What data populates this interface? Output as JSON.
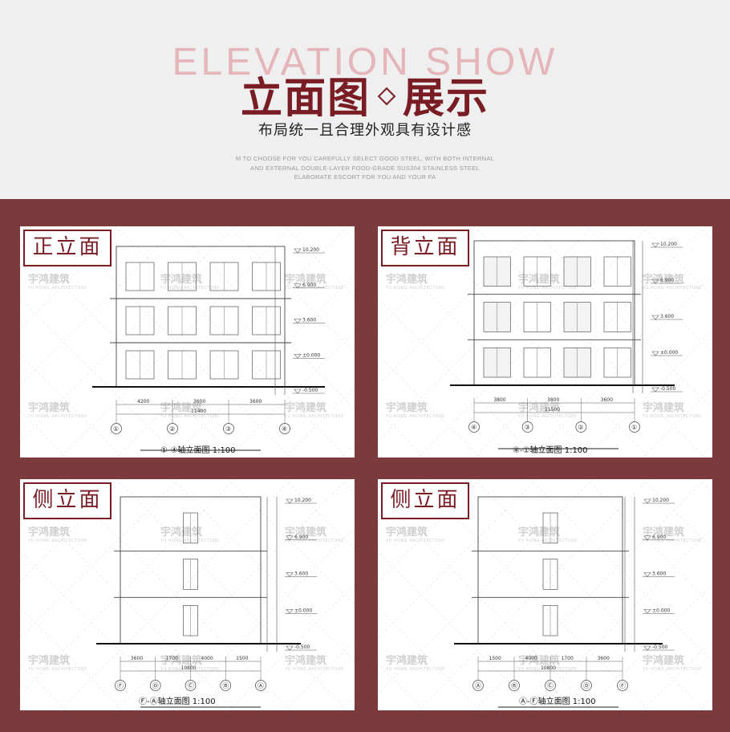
{
  "header": {
    "bg_title": "ELEVATION SHOW",
    "title_left": "立面图",
    "title_right": "展示",
    "subtitle": "布局统一且合理外观具有设计感",
    "desc_line1": "M TO CHOOSE FOR YOU CAREFULLY SELECT GOOD STEEL, WITH BOTH INTERNAL",
    "desc_line2": "AND EXTERNAL DOUBLE-LAYER FOOD-GRADE SUS304 STAINLESS STEEL",
    "desc_line3": "ELABORATE ESCORT FOR YOU AND YOUR FA"
  },
  "watermark": {
    "text": "宇鸿建筑",
    "sub": "YU HONG ARCHITECTURE"
  },
  "panels": [
    {
      "tag": "正立面",
      "caption": "①-④轴立面图  1:100",
      "axes": [
        "①",
        "②",
        "③",
        "④"
      ],
      "dims": [
        "4200",
        "3600",
        "3600"
      ],
      "total": "11400",
      "levels": [
        "10.200",
        "6.900",
        "3.600",
        "±0.000",
        "-0.500"
      ]
    },
    {
      "tag": "背立面",
      "caption": "④-①轴立面图  1:100",
      "axes": [
        "④",
        "③",
        "②",
        "①"
      ],
      "dims": [
        "3800",
        "3800",
        "3600"
      ],
      "total": "11500",
      "levels": [
        "10.200",
        "6.900",
        "3.600",
        "±0.000",
        "-0.500"
      ]
    },
    {
      "tag": "侧立面",
      "caption": "Ⓕ-Ⓐ轴立面图  1:100",
      "axes": [
        "Ⓕ",
        "Ⓓ",
        "Ⓒ",
        "Ⓑ",
        "Ⓐ"
      ],
      "dims": [
        "3600",
        "1700",
        "4000",
        "1500"
      ],
      "total": "10800",
      "levels": [
        "10.200",
        "6.900",
        "3.600",
        "±0.000",
        "-0.500"
      ]
    },
    {
      "tag": "侧立面",
      "caption": "Ⓐ-Ⓕ轴立面图  1:100",
      "axes": [
        "Ⓐ",
        "Ⓑ",
        "Ⓒ",
        "Ⓓ",
        "Ⓕ"
      ],
      "dims": [
        "1500",
        "4000",
        "1700",
        "3600"
      ],
      "total": "10800",
      "levels": [
        "10.200",
        "6.900",
        "3.600",
        "±0.000",
        "-0.500"
      ]
    }
  ],
  "colors": {
    "accent": "#7a1c24",
    "band": "#7b3a3b",
    "header_bg": "#f0efef",
    "ghost": "#e4b5b9"
  }
}
